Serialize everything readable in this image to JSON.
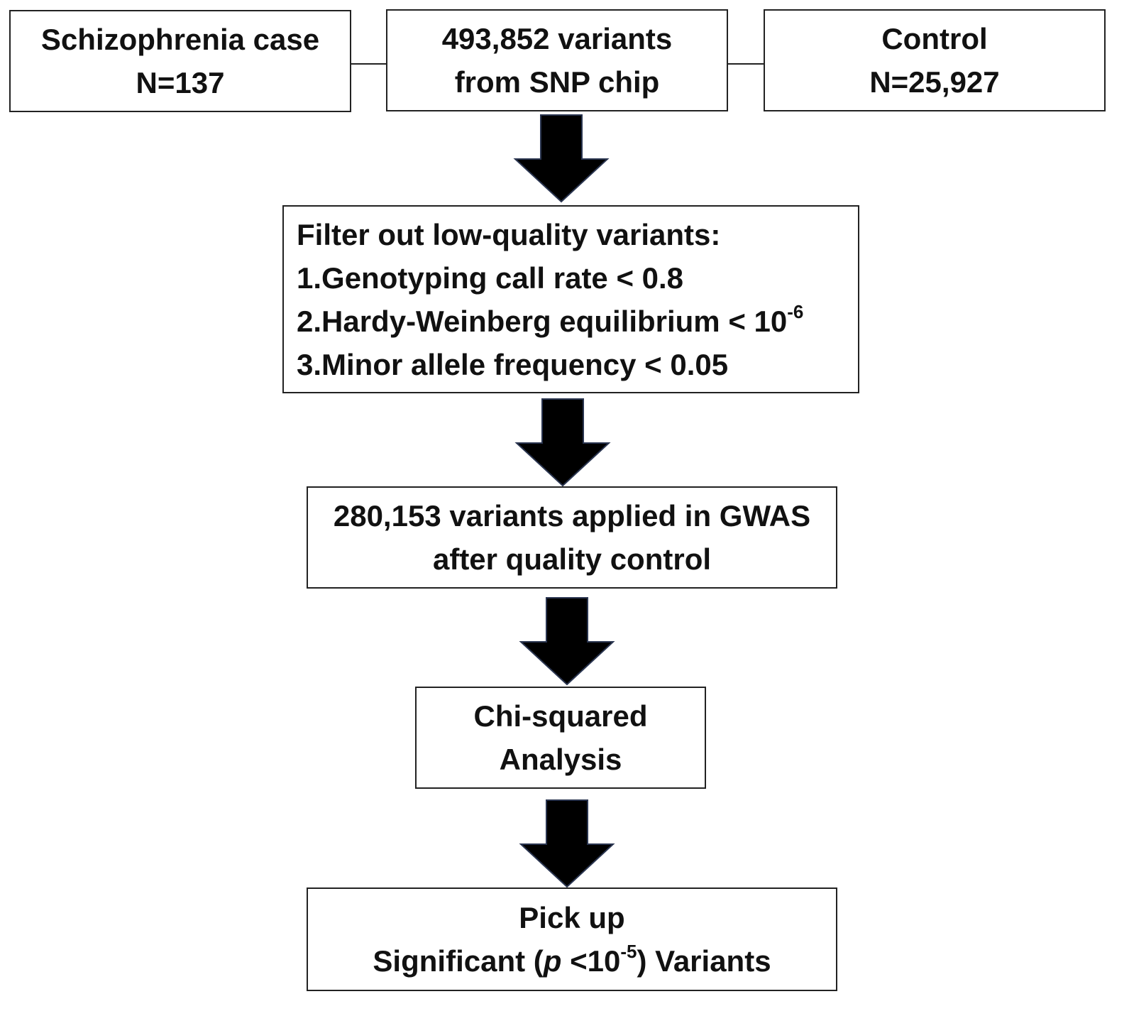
{
  "boxes": {
    "case": {
      "line1": "Schizophrenia case",
      "line2": "N=137"
    },
    "variants": {
      "line1": "493,852 variants",
      "line2": "from SNP chip"
    },
    "control": {
      "line1": "Control",
      "line2": "N=25,927"
    },
    "filter": {
      "heading": "Filter out low-quality variants:",
      "item1": "1.Genotyping call rate < 0.8",
      "item2_text": "2.Hardy-Weinberg equilibrium < 10",
      "item2_exp": "-6",
      "item3": "3.Minor allele frequency < 0.05"
    },
    "gwas": {
      "line1": "280,153 variants applied in GWAS",
      "line2": "after quality control"
    },
    "chi": {
      "line1": "Chi-squared",
      "line2": "Analysis"
    },
    "pick": {
      "line1": "Pick up",
      "line2_pre": "Significant (",
      "line2_p": "p",
      "line2_lt": " <10",
      "line2_exp": "-5",
      "line2_post": ") Variants"
    }
  }
}
